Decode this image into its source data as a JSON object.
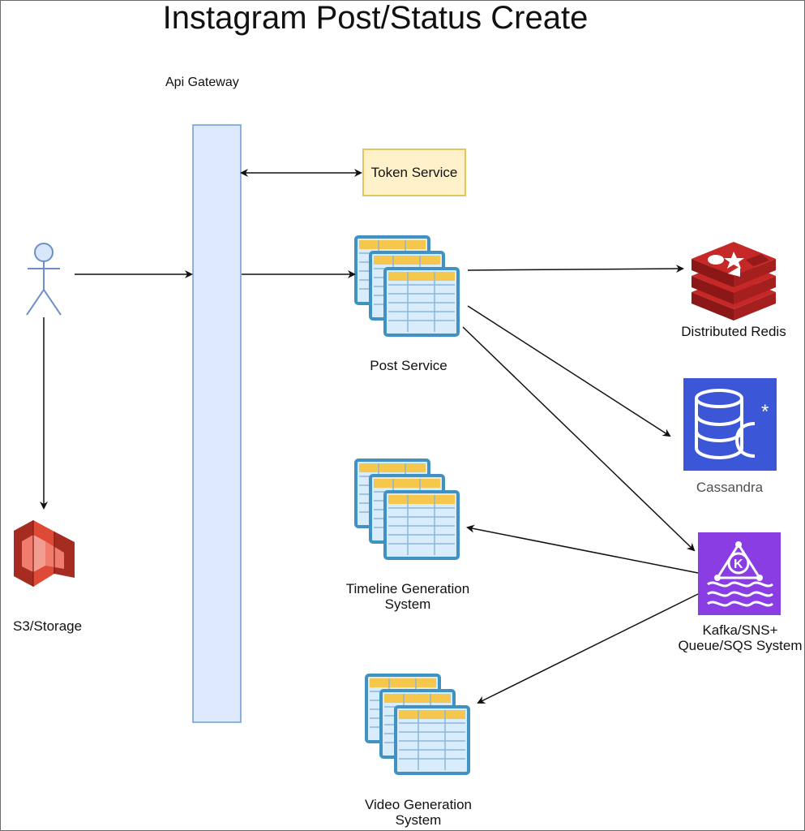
{
  "title": "Instagram Post/Status Create",
  "diagram": {
    "api_gateway_label": "Api Gateway",
    "token_service_label": "Token Service",
    "post_service_label": "Post Service",
    "redis_label": "Distributed Redis",
    "cassandra_label": "Cassandra",
    "timeline_label_line1": "Timeline Generation",
    "timeline_label_line2": "System",
    "kafka_label_line1": "Kafka/SNS+",
    "kafka_label_line2": "Queue/SQS System",
    "video_label_line1": "Video Generation",
    "video_label_line2": "System",
    "storage_label": "S3/Storage",
    "kafka_icon_letter": "K"
  },
  "colors": {
    "gateway_fill": "#dce8fb",
    "gateway_stroke": "#6f9bd3",
    "token_fill": "#fff2cb",
    "token_stroke": "#e2c55c",
    "redis_red": "#c62828",
    "redis_dark": "#8b1717",
    "cassandra_blue": "#3b57d8",
    "kafka_purple": "#8a3de3",
    "s3_red": "#de4a36",
    "table_blue": "#3f92c2",
    "table_light": "#d9ecfb",
    "table_header": "#f5c74d",
    "actor_stroke": "#6d8fc7",
    "actor_fill": "#d8e7fb"
  },
  "icons": {
    "actor": "user-icon",
    "post_service": "table-stack-icon",
    "timeline": "table-stack-icon",
    "video": "table-stack-icon",
    "redis": "redis-icon",
    "cassandra": "cassandra-icon",
    "kafka": "kafka-icon",
    "storage": "s3-icon"
  }
}
